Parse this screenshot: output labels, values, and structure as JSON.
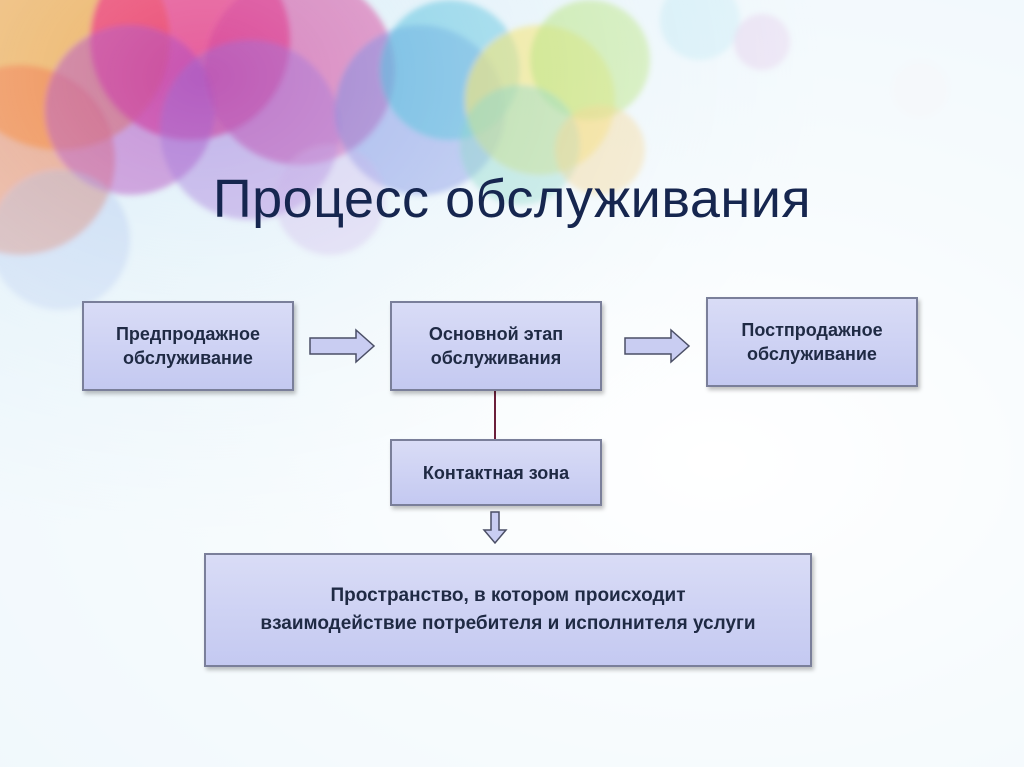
{
  "slide": {
    "title": "Процесс обслуживания"
  },
  "diagram": {
    "nodes": {
      "pre_sale": "Предпродажное\nобслуживание",
      "main_stage": "Основной этап\nобслуживания",
      "post_sale": "Постпродажное\nобслуживание",
      "contact_zone": "Контактная зона",
      "space": "Пространство, в котором происходит\nвзаимодействие потребителя и исполнителя услуги"
    },
    "edges": [
      {
        "from": "pre_sale",
        "to": "main_stage",
        "style": "block-arrow"
      },
      {
        "from": "main_stage",
        "to": "post_sale",
        "style": "block-arrow"
      },
      {
        "from": "main_stage",
        "to": "contact_zone",
        "style": "line"
      },
      {
        "from": "contact_zone",
        "to": "space",
        "style": "block-arrow"
      }
    ],
    "colors": {
      "box_fill": "#c9cdf2",
      "box_border": "#7a7f9a",
      "arrow_fill": "#c9cdf2",
      "connector": "#6b1f3a",
      "title": "#16264f"
    }
  }
}
